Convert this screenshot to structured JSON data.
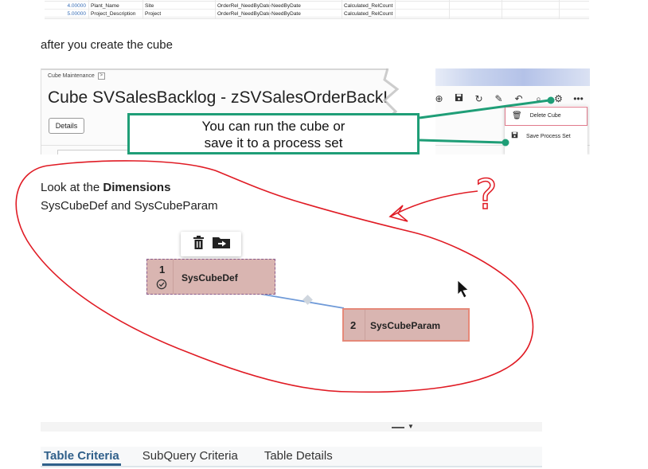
{
  "top_table": {
    "rows": [
      {
        "num": "4.00000",
        "field": "Plant_Name",
        "table": "Site",
        "rel": "OrderRel_NeedByDate",
        "col": "NeedByDate",
        "calc": "Calculated_RelCount"
      },
      {
        "num": "5.00000",
        "field": "Project_Description",
        "table": "Project",
        "rel": "OrderRel_NeedByDate",
        "col": "NeedByDate",
        "calc": "Calculated_RelCount"
      }
    ]
  },
  "caption_after": "after you create the cube",
  "cube_panel": {
    "breadcrumb": "Cube Maintenance",
    "breadcrumb_btn": ">",
    "title": "Cube SVSalesBacklog - zSVSalesOrderBackLog",
    "details_label": "Details",
    "toolbar_icons": [
      "add-icon",
      "save-icon",
      "refresh-icon",
      "brush-icon",
      "undo-icon",
      "search-icon",
      "gear-icon",
      "more-icon"
    ],
    "menu": {
      "delete_label": "Delete Cube",
      "save_process_label": "Save Process Set"
    }
  },
  "callout": {
    "line1": "You can run the cube or",
    "line2": "save it to a process set"
  },
  "dimensions": {
    "prefix": "Look at the ",
    "bold": "Dimensions",
    "line2": "SysCubeDef and SysCubeParam"
  },
  "diagram": {
    "nodes": [
      {
        "num": "1",
        "label": "SysCubeDef"
      },
      {
        "num": "2",
        "label": "SysCubeParam"
      }
    ]
  },
  "annotation": {
    "question_mark": "?"
  },
  "tabs": [
    {
      "label": "Table Criteria",
      "active": true
    },
    {
      "label": "SubQuery Criteria",
      "active": false
    },
    {
      "label": "Table Details",
      "active": false
    }
  ],
  "colors": {
    "callout_border": "#1f9e77",
    "annotation_red": "#e01b24",
    "node_fill": "#d9b5b1",
    "tab_active": "#2f5f8a"
  }
}
